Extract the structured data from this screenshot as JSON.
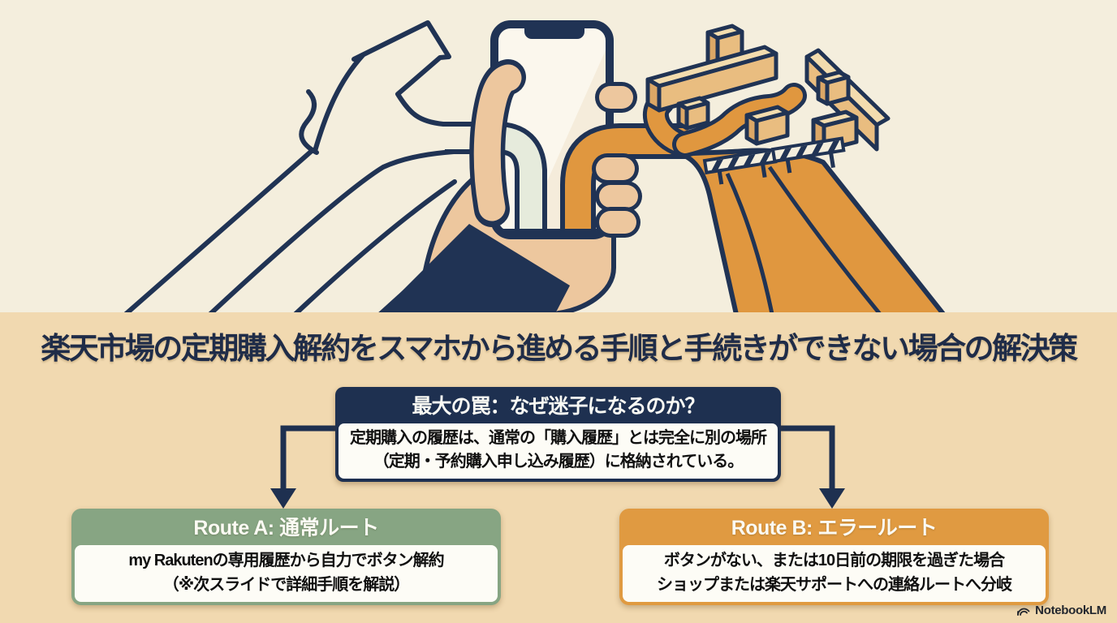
{
  "title": "楽天市場の定期購入解約をスマホから進める手順と手続きができない場合の解決策",
  "trap": {
    "header": "最大の罠：なぜ迷子になるのか？",
    "body_line1": "定期購入の履歴は、通常の「購入履歴」とは完全に別の場所",
    "body_line2": "（定期・予約購入申し込み履歴）に格納されている。"
  },
  "routes": {
    "a": {
      "header": "Route A: 通常ルート",
      "body_line1": "my Rakutenの専用履歴から自力でボタン解約",
      "body_line2": "（※次スライドで詳細手順を解説）",
      "accent_color": "#87a583"
    },
    "b": {
      "header": "Route B: エラールート",
      "body_line1": "ボタンがない、または10日前の期限を過ぎた場合",
      "body_line2": "ショップまたは楽天サポートへの連絡ルートへ分岐",
      "accent_color": "#e09a41"
    }
  },
  "illustration": {
    "description": "Hand holding a smartphone where a road forks: a cream outlined arrow escapes up-left, an orange road leads right into an isometric maze with striped barriers",
    "icons": [
      "branching-arrow-icon",
      "smartphone-icon",
      "hand-icon",
      "maze-icon",
      "barrier-icon"
    ]
  },
  "branding": {
    "label": "NotebookLM"
  },
  "colors": {
    "background_top": "#f4eedd",
    "background_bottom": "#f1d9b0",
    "navy": "#1e3050",
    "route_a_green": "#87a583",
    "route_b_orange": "#e09a41",
    "road_orange": "#e0973f",
    "box_white": "#fdfcf6",
    "title_navy": "#1f2c48",
    "skin": "#edc79e"
  }
}
